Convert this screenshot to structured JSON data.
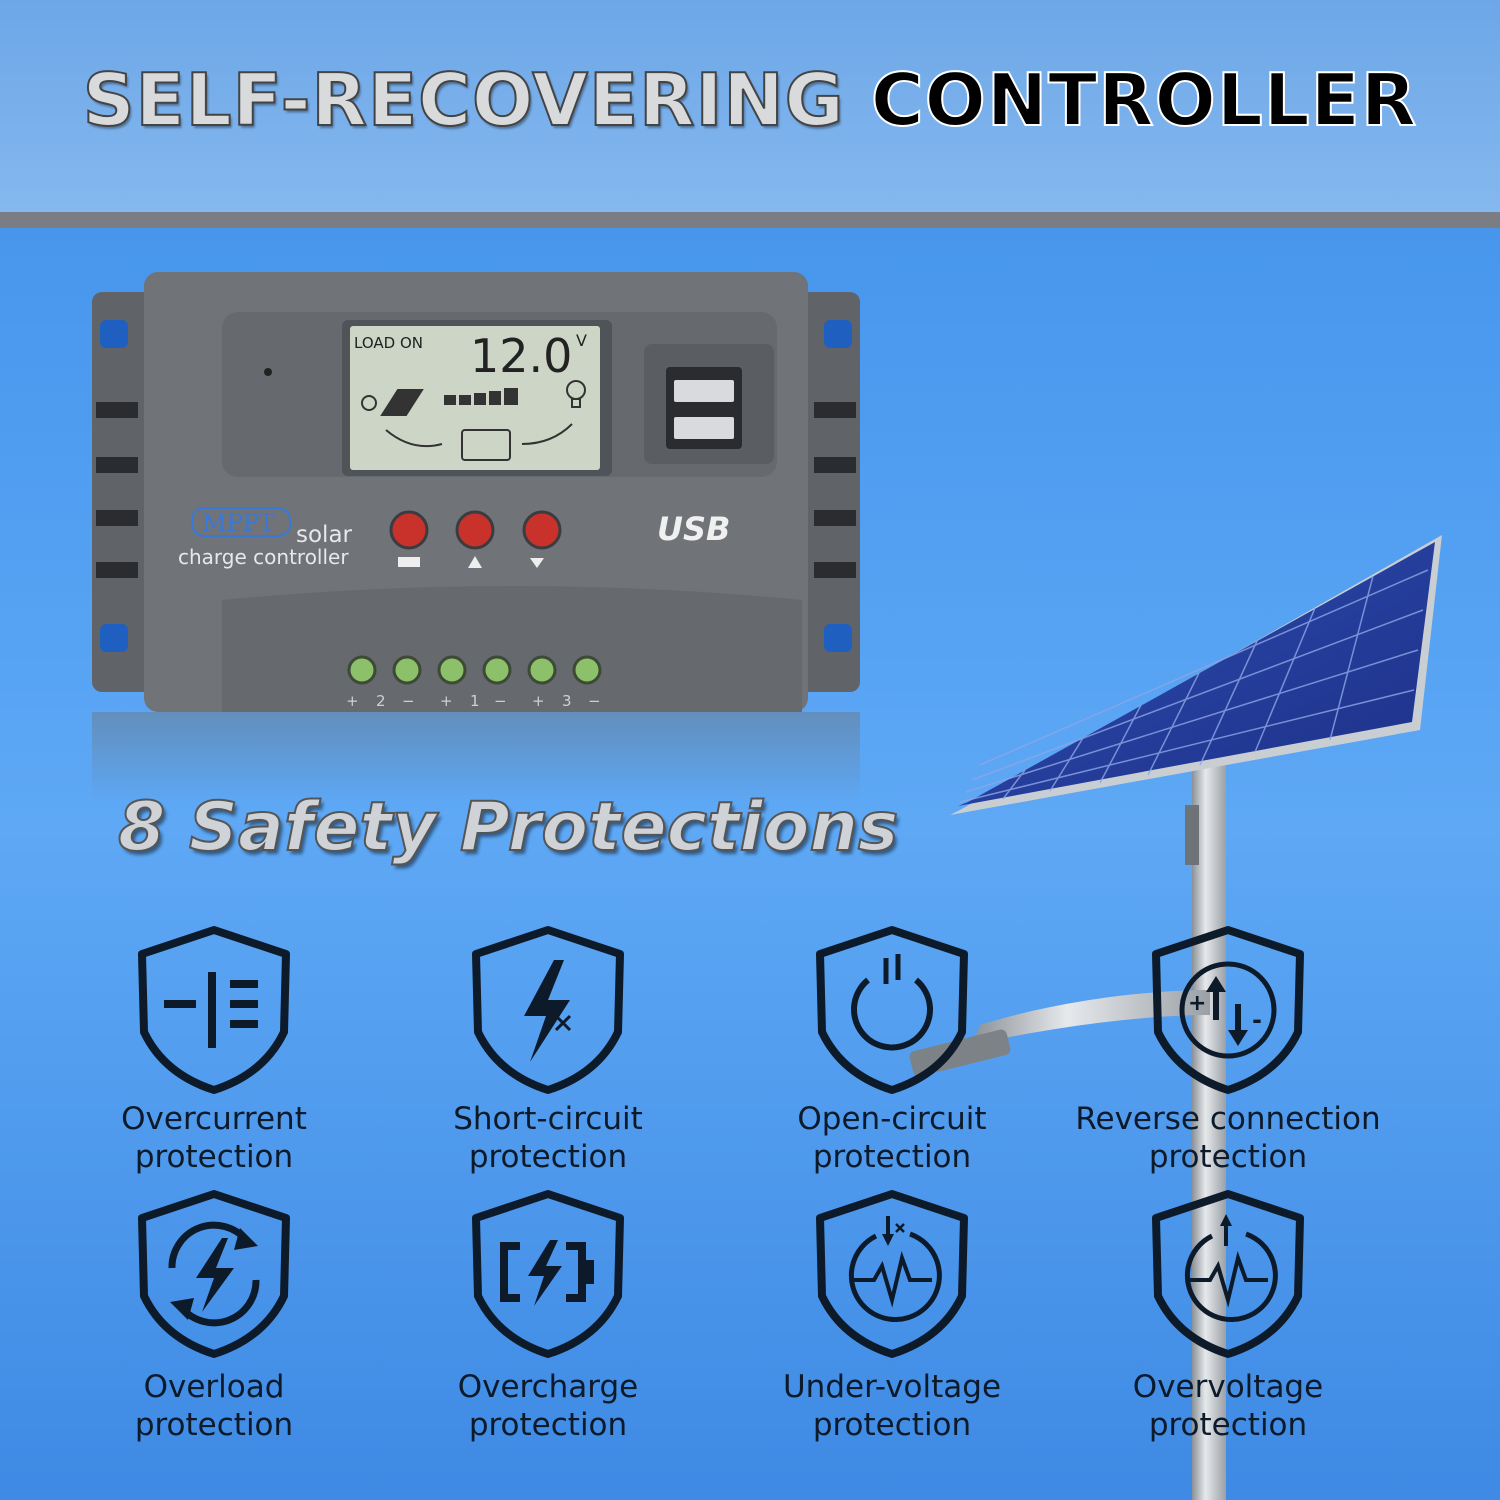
{
  "header": {
    "title_part1": "SELF-RECOVERING",
    "title_part2": "CONTROLLER"
  },
  "controller": {
    "lcd_status": "LOAD ON",
    "lcd_value": "12.0",
    "lcd_unit": "V",
    "brand_badge": "MPPT",
    "brand_word": "solar",
    "brand_sub": "charge controller",
    "usb_logo": "USB",
    "terminals": [
      "+",
      "2",
      "−",
      "+",
      "1",
      "−",
      "+",
      "3",
      "−"
    ]
  },
  "subtitle": "8 Safety Protections",
  "protections": [
    {
      "icon": "overcurrent-icon",
      "line1": "Overcurrent",
      "line2": "protection"
    },
    {
      "icon": "short-circuit-icon",
      "line1": "Short-circuit",
      "line2": "protection"
    },
    {
      "icon": "open-circuit-icon",
      "line1": "Open-circuit",
      "line2": "protection"
    },
    {
      "icon": "reverse-connection-icon",
      "line1": "Reverse connection",
      "line2": "protection"
    },
    {
      "icon": "overload-icon",
      "line1": "Overload",
      "line2": "protection"
    },
    {
      "icon": "overcharge-icon",
      "line1": "Overcharge",
      "line2": "protection"
    },
    {
      "icon": "under-voltage-icon",
      "line1": "Under-voltage",
      "line2": "protection"
    },
    {
      "icon": "overvoltage-icon",
      "line1": "Overvoltage",
      "line2": "protection"
    }
  ],
  "colors": {
    "sky": "#4c9bf0",
    "banner": "#7cb2ec",
    "banner_bar": "#7a7e84",
    "controller_body": "#6b6e73",
    "button_red": "#c8322b",
    "lcd": "#cfd8c8",
    "icon_stroke": "#0d1a2a"
  }
}
